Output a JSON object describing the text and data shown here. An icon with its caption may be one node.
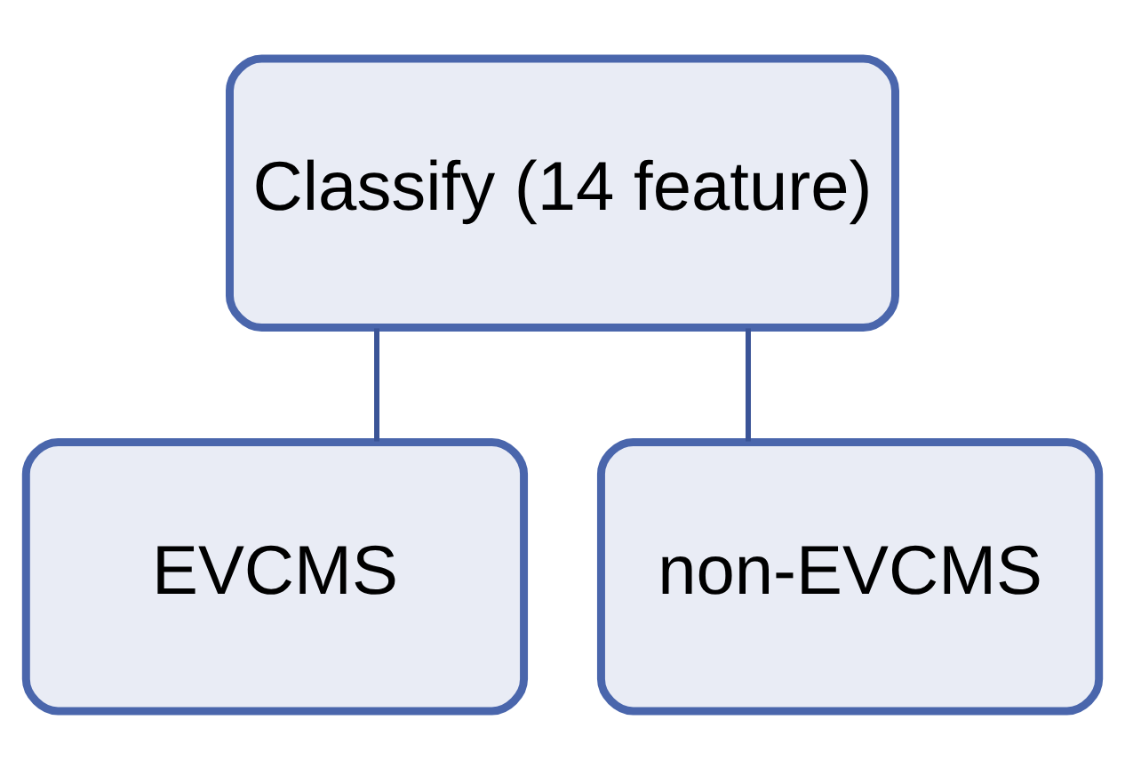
{
  "diagram": {
    "nodes": [
      {
        "text": [
          "Classify (14 feature)"
        ]
      },
      {
        "text": [
          "EVCMS"
        ]
      },
      {
        "text": [
          "non-EVCMS"
        ]
      }
    ],
    "edges": [
      {
        "from": 0,
        "to": 1,
        "arrow": "none"
      },
      {
        "from": 0,
        "to": 2,
        "arrow": "none"
      }
    ]
  }
}
